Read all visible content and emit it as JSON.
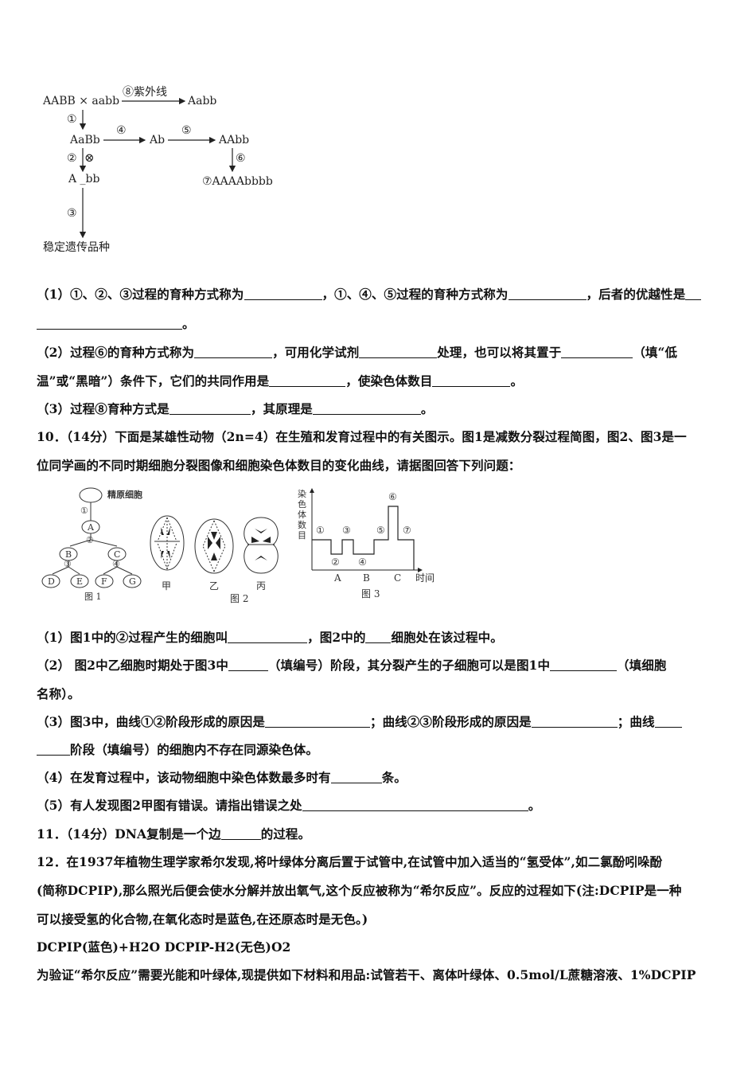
{
  "diagram1": {
    "parents": "AABB × aabb",
    "uv_label": "⑧紫外线",
    "uv_product": "Aabb",
    "step1": "①",
    "f1": "AaBb",
    "step4": "④",
    "ab": "Ab",
    "step5": "⑤",
    "aabb2": "AAbb",
    "step2": "②",
    "selfing": "⊗",
    "step6": "⑥",
    "a_bb": "A _bb",
    "tetraploid": "⑦AAAAbbbb",
    "step3": "③",
    "stable": "稳定遗传品种"
  },
  "q9": {
    "p1a": "（1）①、②、③过程的育种方式称为",
    "p1b": "，①、④、⑤过程的育种方式称为",
    "p1c": "，后者的优越性是",
    "p1d": "。",
    "p2a": "（2）过程⑥的育种方式称为",
    "p2b": "，可用化学试剂",
    "p2c": "处理，也可以将其置于",
    "p2d": "（填“低",
    "p2e": "温”或“黑暗”）条件下，它们的共同作用是",
    "p2f": "，使染色体数目",
    "p2g": "。",
    "p3a": "（3）过程⑧育种方式是",
    "p3b": "，其原理是",
    "p3c": "。"
  },
  "q10": {
    "head1": "10．（14分）下面是某雄性动物（2n=4）在生殖和发育过程中的有关图示。图1是减数分裂过程简图，图2、图3是一",
    "head2": "位同学画的不同时期细胞分裂图像和细胞染色体数目的变化曲线，请据图回答下列问题：",
    "fig1": {
      "top": "精原细胞",
      "s1": "①",
      "A": "A",
      "s2": "②",
      "B": "B",
      "C": "C",
      "s3": "③",
      "s4": "④",
      "D": "D",
      "E": "E",
      "F": "F",
      "G": "G",
      "caption": "图 1"
    },
    "fig2": {
      "jia": "甲",
      "yi": "乙",
      "bing": "丙",
      "caption": "图 2"
    },
    "fig3": {
      "ylabel": [
        "染",
        "色",
        "体",
        "数",
        "目"
      ],
      "m1": "①",
      "m2": "②",
      "m3": "③",
      "m4": "④",
      "m5": "⑤",
      "m6": "⑥",
      "m7": "⑦",
      "xa": "A",
      "xb": "B",
      "xc": "C",
      "xlabel": "时间",
      "caption": "图 3"
    },
    "p1a": "（1）图1中的②过程产生的细胞叫",
    "p1b": "，图2中的",
    "p1c": "细胞处在该过程中。",
    "p2a": "（2） 图2中乙细胞时期处于图3中",
    "p2b": "（填编号）阶段，其分裂产生的子细胞可以是图1中",
    "p2c": "（填细胞",
    "p2d": "名称）。",
    "p3a": "（3）图3中，曲线①②阶段形成的原因是",
    "p3b": "；曲线②③阶段形成的原因是",
    "p3c": "；曲线",
    "p3d": "阶段（填编号）的细胞内不存在同源染色体。",
    "p4a": "（4）在发育过程中，该动物细胞中染色体数最多时有",
    "p4b": "条。",
    "p5a": "（5）有人发现图2甲图有错误。请指出错误之处",
    "p5b": "。"
  },
  "q11": {
    "a": "11．（14分）DNA复制是一个边",
    "b": "的过程。"
  },
  "q12": {
    "l1": "12．在1937年植物生理学家希尔发现,将叶绿体分离后置于试管中,在试管中加入适当的“氢受体”,如二氯酚吲哚酚",
    "l2": "(简称DCPIP),那么照光后便会使水分解并放出氧气,这个反应被称为“希尔反应”。反应的过程如下(注:DCPIP是一种",
    "l3": "可以接受氢的化合物,在氧化态时是蓝色,在还原态时是无色。)",
    "l4": "DCPIP(蓝色)+H2O DCPIP-H2(无色)O2",
    "l5": "为验证“希尔反应”需要光能和叶绿体,现提供如下材料和用品:试管若干、离体叶绿体、0.5mol/L蔗糖溶液、1%DCPIP"
  }
}
